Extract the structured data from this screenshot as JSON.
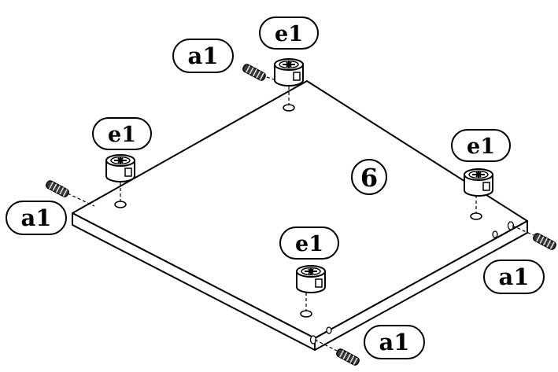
{
  "panel": {
    "number": "6"
  },
  "parts": {
    "cam_lock_code": "e1",
    "dowel_code": "a1"
  },
  "colors": {
    "ink": "#000000",
    "paper": "#ffffff",
    "dowel_fill": "#3a3a3a"
  }
}
